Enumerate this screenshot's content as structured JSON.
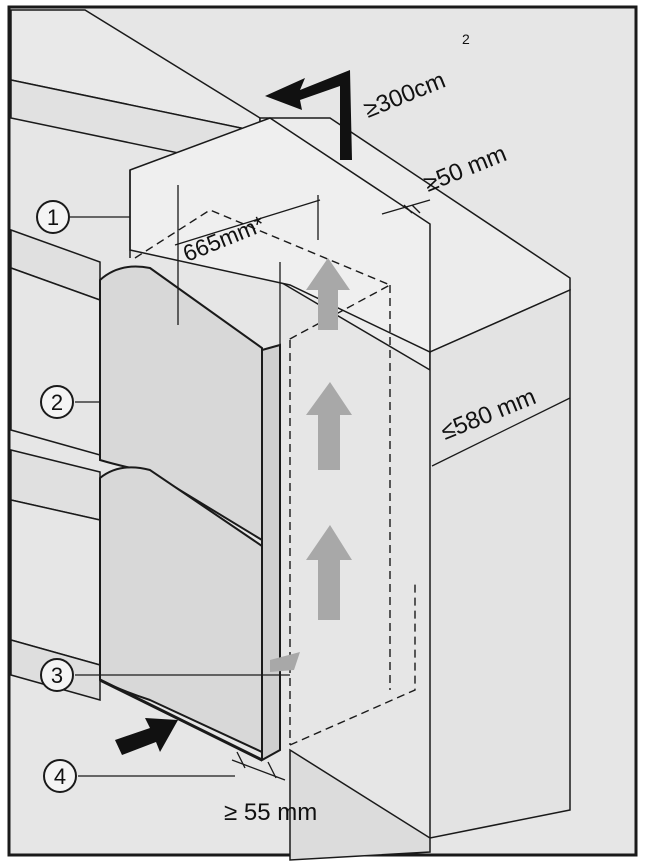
{
  "callouts": [
    {
      "number": "1"
    },
    {
      "number": "2"
    },
    {
      "number": "3"
    },
    {
      "number": "4"
    }
  ],
  "dimensions": {
    "top_vent_area": "≥300cm",
    "top_vent_area_sup": "2",
    "rear_gap": "≥50 mm",
    "appliance_width": "665mm*",
    "niche_depth": "≤580 mm",
    "plinth_gap": "≥ 55 mm"
  },
  "colors": {
    "background": "#e6e6e6",
    "cabinet_light": "#ececec",
    "cabinet_shade": "#dcdcdc",
    "appliance_door": "#d6d6d6",
    "arrow_airflow": "#a8a8a8",
    "line": "#1a1a1a"
  }
}
